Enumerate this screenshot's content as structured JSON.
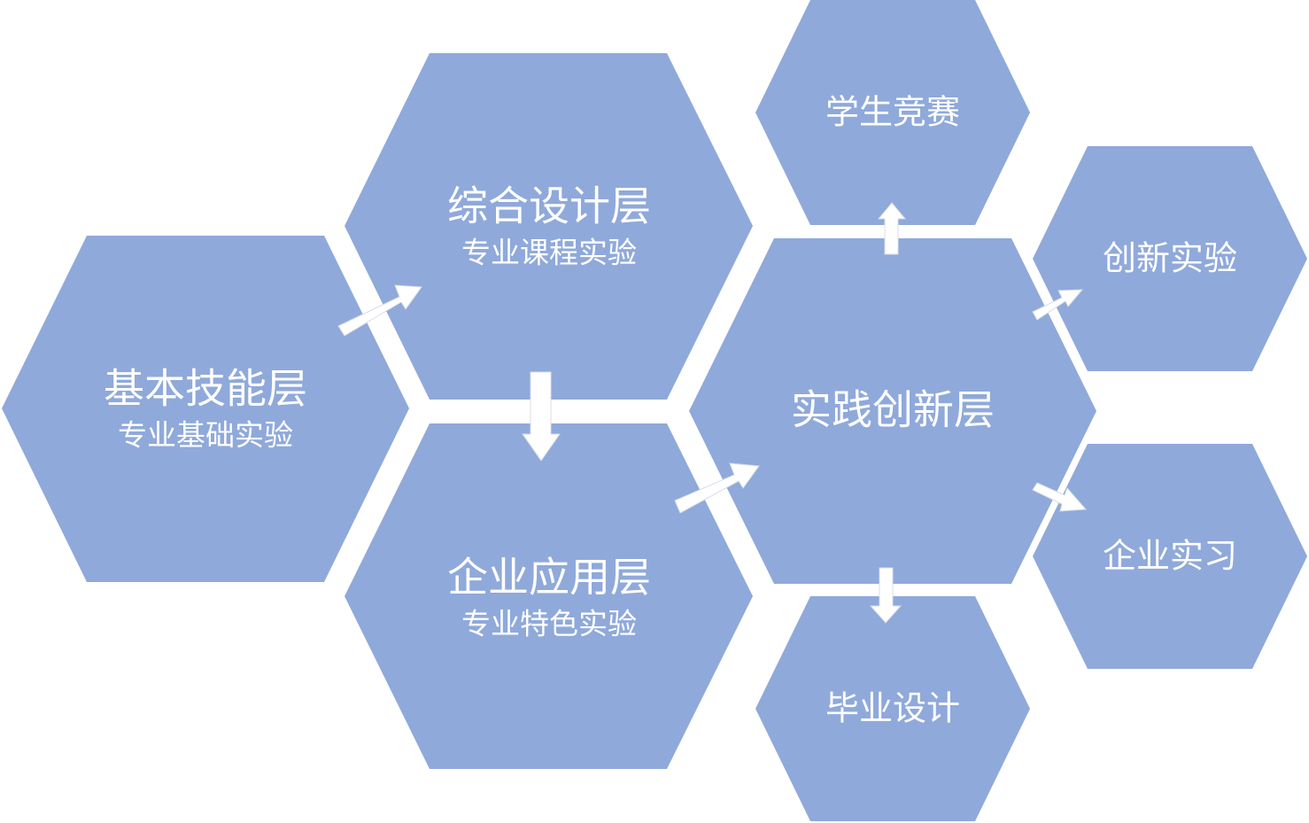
{
  "layers": {
    "basic": {
      "title": "基本技能层",
      "subtitle": "专业基础实验"
    },
    "comprehensive": {
      "title": "综合设计层",
      "subtitle": "专业课程实验"
    },
    "enterprise": {
      "title": "企业应用层",
      "subtitle": "专业特色实验"
    },
    "innovation": {
      "title": "实践创新层"
    }
  },
  "outcomes": {
    "competition": "学生竞赛",
    "innovation_experiment": "创新实验",
    "enterprise_internship": "企业实习",
    "graduation_design": "毕业设计"
  },
  "colors": {
    "hexagon_fill": "#8FA9DA",
    "arrow_fill": "#FFFFFF",
    "text": "#FFFFFF"
  }
}
